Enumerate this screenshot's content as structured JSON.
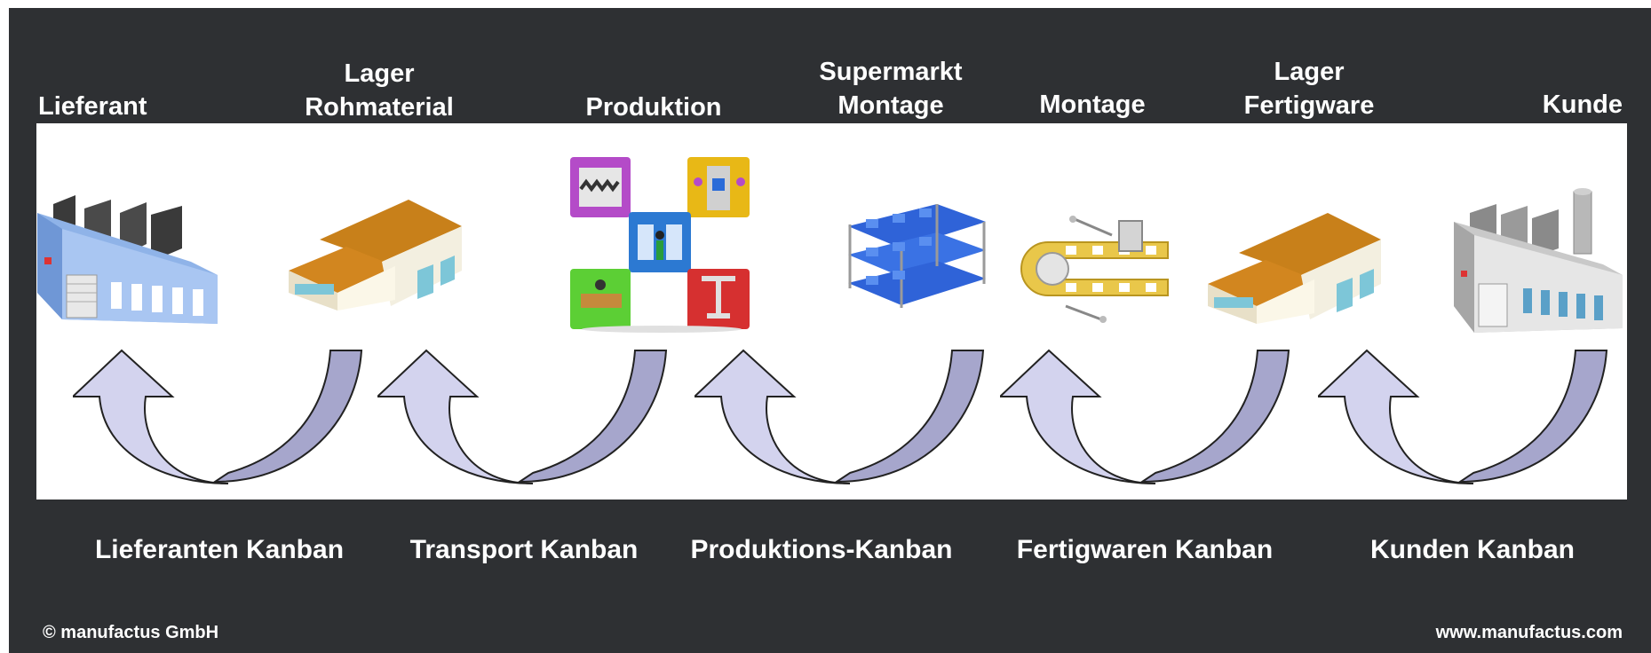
{
  "stations": [
    {
      "id": "lieferant",
      "lines": [
        "Lieferant"
      ]
    },
    {
      "id": "lager-rohmaterial",
      "lines": [
        "Lager",
        "Rohmaterial"
      ]
    },
    {
      "id": "produktion",
      "lines": [
        "Produktion"
      ]
    },
    {
      "id": "supermarkt-montage",
      "lines": [
        "Supermarkt",
        "Montage"
      ]
    },
    {
      "id": "montage",
      "lines": [
        "Montage"
      ]
    },
    {
      "id": "lager-fertigware",
      "lines": [
        "Lager",
        "Fertigware"
      ]
    },
    {
      "id": "kunde",
      "lines": [
        "Kunde"
      ]
    }
  ],
  "kanban_types": [
    "Lieferanten Kanban",
    "Transport Kanban",
    "Produktions-Kanban",
    "Fertigwaren Kanban",
    "Kunden Kanban"
  ],
  "footer": {
    "copyright": "© manufactus GmbH",
    "url": "www.manufactus.com"
  },
  "colors": {
    "background": "#2e3033",
    "panel": "#ffffff",
    "arrow_fill": "#d3d3ee",
    "arrow_shadow": "#a6a6cc"
  },
  "icons": [
    "supplier-factory-icon",
    "raw-material-warehouse-icon",
    "production-icon",
    "supermarket-shelf-icon",
    "assembly-line-icon",
    "finished-goods-warehouse-icon",
    "customer-factory-icon"
  ]
}
